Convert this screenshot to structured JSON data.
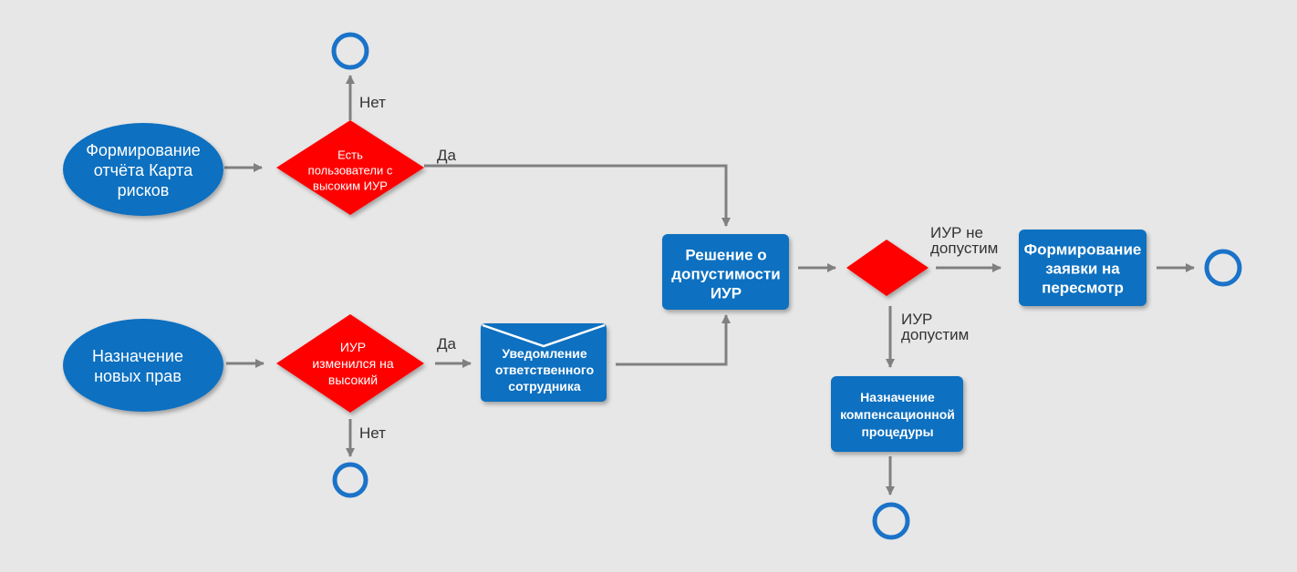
{
  "colors": {
    "background": "#e7e7e7",
    "process_blue": "#0d6fc0",
    "decision_red": "#ff0000",
    "arrow_gray": "#808080",
    "end_circle_blue": "#1a73c8"
  },
  "diagram": {
    "nodes": {
      "start_report": "Формирование отчёта Карта рисков",
      "start_rights": "Назначение новых прав",
      "decision_high_users": "Есть пользователи с высоким ИУР",
      "decision_changed_high": "ИУР изменился на высокий",
      "notify_employee": "Уведомление ответственного сотрудника",
      "decision_acceptability": "Решение о допустимости ИУР",
      "decision_final": "",
      "form_review_request": "Формирование заявки на пересмотр",
      "assign_compensation": "Назначение компенсационной процедуры"
    },
    "edge_labels": {
      "no_top": "Нет",
      "yes_top": "Да",
      "yes_bottom": "Да",
      "no_bottom": "Нет",
      "not_acceptable": "ИУР не допустим",
      "acceptable": "ИУР допустим"
    }
  }
}
